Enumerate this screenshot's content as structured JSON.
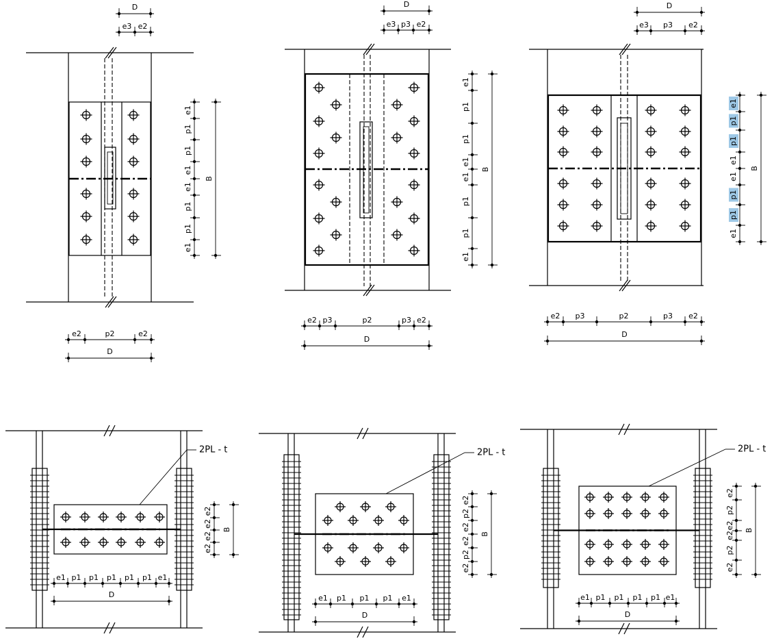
{
  "labels": {
    "D": "D",
    "B": "B",
    "e1": "e1",
    "e2": "e2",
    "e3": "e3",
    "p1": "p1",
    "p2": "p2",
    "p3": "p3",
    "plate": "2PL - t"
  },
  "colors": {
    "line": "#000000",
    "highlight": "#9ec8e6",
    "background": "#ffffff"
  }
}
